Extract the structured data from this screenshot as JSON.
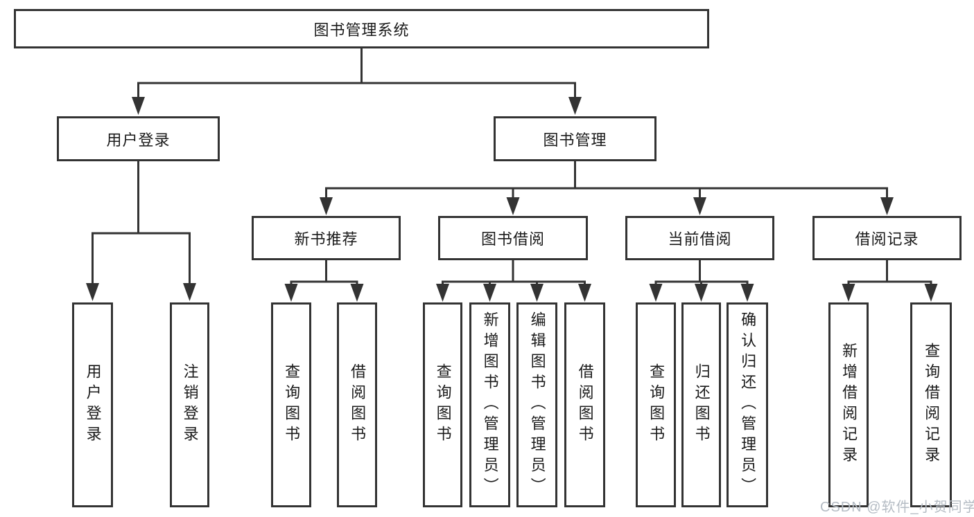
{
  "colors": {
    "line": "#333333",
    "text": "#1a1a1a",
    "watermark": "#b5bcc4",
    "background": "#ffffff"
  },
  "watermark": {
    "text": "CSDN @软件_小贺同学"
  },
  "tree": {
    "root": {
      "label": "图书管理系统",
      "children": [
        {
          "label": "用户登录",
          "children": [
            {
              "label": "用户登录"
            },
            {
              "label": "注销登录"
            }
          ]
        },
        {
          "label": "图书管理",
          "children": [
            {
              "label": "新书推荐",
              "children": [
                {
                  "label": "查询图书"
                },
                {
                  "label": "借阅图书"
                }
              ]
            },
            {
              "label": "图书借阅",
              "children": [
                {
                  "label": "查询图书"
                },
                {
                  "label": "新增图书（管理员）"
                },
                {
                  "label": "编辑图书（管理员）"
                },
                {
                  "label": "借阅图书"
                }
              ]
            },
            {
              "label": "当前借阅",
              "children": [
                {
                  "label": "查询图书"
                },
                {
                  "label": "归还图书"
                },
                {
                  "label": "确认归还（管理员）"
                }
              ]
            },
            {
              "label": "借阅记录",
              "children": [
                {
                  "label": "新增借阅记录"
                },
                {
                  "label": "查询借阅记录"
                }
              ]
            }
          ]
        }
      ]
    }
  }
}
